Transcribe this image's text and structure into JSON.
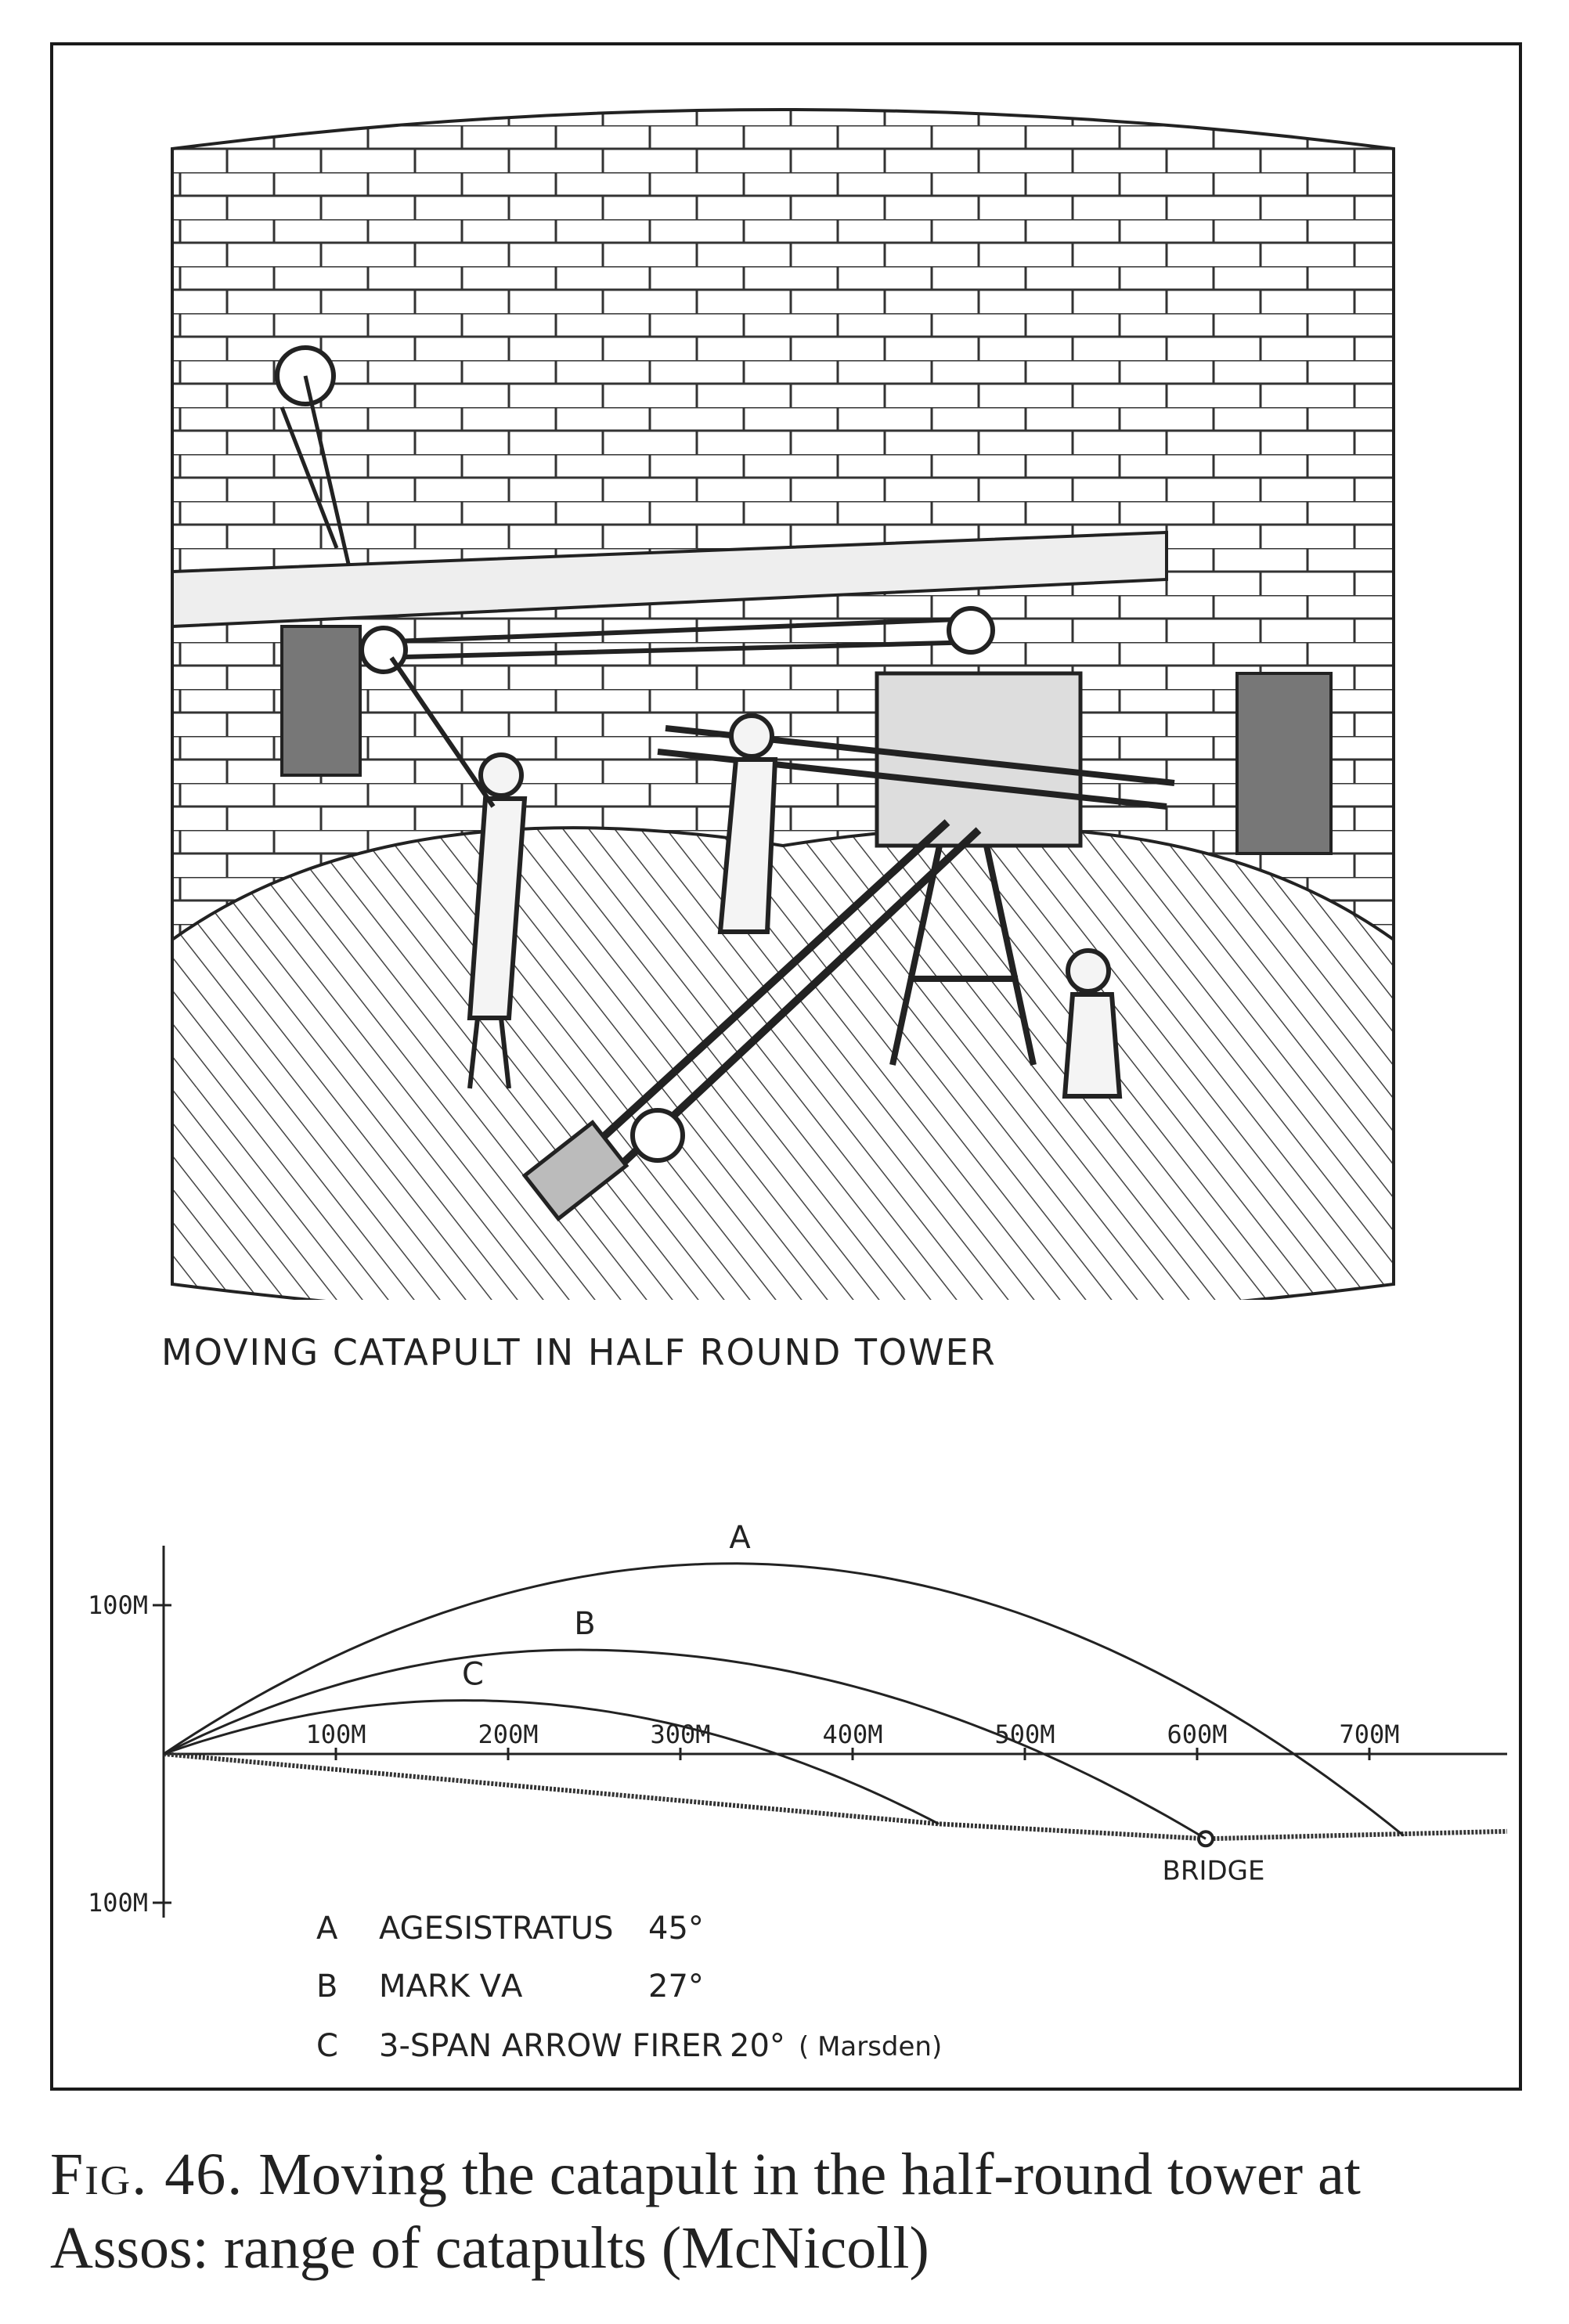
{
  "illustration": {
    "title": "MOVING CATAPULT IN HALF ROUND TOWER"
  },
  "chart_data": {
    "type": "line",
    "x_unit": "M",
    "x_tick_labels": [
      "100M",
      "200M",
      "300M",
      "400M",
      "500M",
      "600M",
      "700M"
    ],
    "x_ticks": [
      100,
      200,
      300,
      400,
      500,
      600,
      700
    ],
    "y_tick_labels": [
      "100M",
      "100M"
    ],
    "y_ticks": [
      100,
      -100
    ],
    "xlim": [
      0,
      780
    ],
    "ylim": [
      -110,
      140
    ],
    "ground": [
      [
        0,
        0
      ],
      [
        450,
        -47
      ],
      [
        605,
        -57
      ],
      [
        780,
        -52
      ]
    ],
    "landmark": {
      "label": "BRIDGE",
      "x": 605,
      "y": -57
    },
    "series": [
      {
        "name": "A",
        "angle": "45°",
        "label": "AGESISTRATUS",
        "apex": [
          330,
          128
        ],
        "impact": [
          720,
          -55
        ]
      },
      {
        "name": "B",
        "angle": "27°",
        "label": "MARK ⅤA",
        "apex": [
          240,
          70
        ],
        "impact": [
          605,
          -57
        ]
      },
      {
        "name": "C",
        "angle": "20°",
        "label": "3-SPAN ARROW FIRER",
        "note": "( Marsden)",
        "apex": [
          175,
          36
        ],
        "impact": [
          450,
          -47
        ]
      }
    ]
  },
  "caption": {
    "fig_label": "Fig. 46.",
    "text": " Moving the catapult in the half-round tower at Assos: range of catapults (McNicoll)"
  }
}
